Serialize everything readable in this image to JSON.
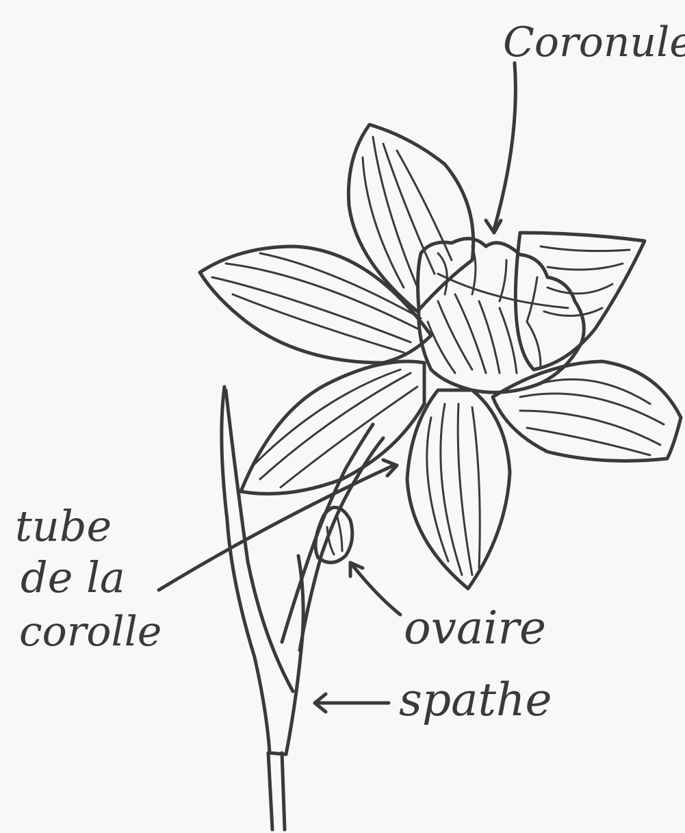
{
  "figure": {
    "ink_color": "#3a3a3a",
    "paper_color": "#f8f8f6",
    "labels": {
      "coronule": "Coronule",
      "tube_line1": "tube",
      "tube_line2": "de la",
      "tube_line3": "corolle",
      "ovaire": "ovaire",
      "spathe": "spathe"
    }
  }
}
